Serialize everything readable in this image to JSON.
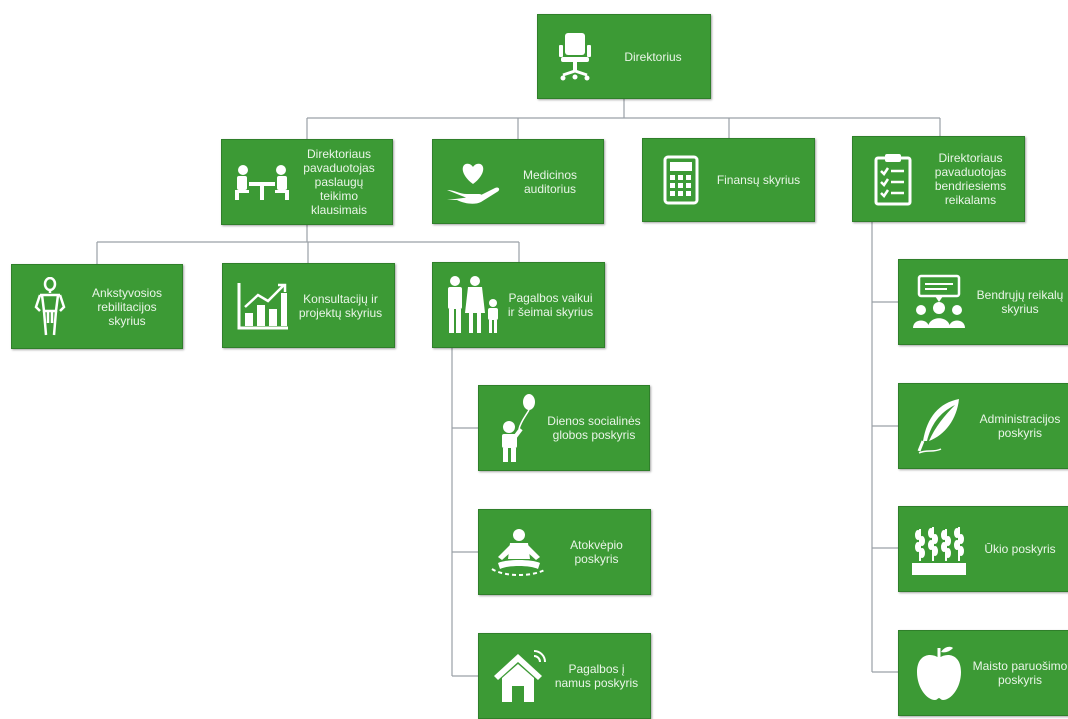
{
  "colors": {
    "box": "#3c9a35",
    "line": "#9aa0a6",
    "text": "#ffffff"
  },
  "nodes": {
    "director": {
      "label": "Direktorius",
      "icon": "office-chair-icon"
    },
    "deputy_services": {
      "label": "Direktoriaus pavaduotojas paslaugų teikimo klausimais",
      "icon": "meeting-icon"
    },
    "medical_auditor": {
      "label": "Medicinos auditorius",
      "icon": "heart-in-hand-icon"
    },
    "finance": {
      "label": "Finansų skyrius",
      "icon": "calculator-icon"
    },
    "deputy_general": {
      "label": "Direktoriaus pavaduotojas bendriesiems reikalams",
      "icon": "checklist-icon"
    },
    "early_rehab": {
      "label": "Ankstyvosios rebilitacijos skyrius",
      "icon": "mannequin-icon"
    },
    "consulting": {
      "label": "Konsultacijų ir projektų skyrius",
      "icon": "bar-chart-icon"
    },
    "family_support": {
      "label": "Pagalbos vaikui ir šeimai skyrius",
      "icon": "family-icon"
    },
    "day_care": {
      "label": "Dienos socialinės globos poskyris",
      "icon": "child-with-balloon-icon"
    },
    "respite": {
      "label": "Atokvėpio poskyris",
      "icon": "meditation-icon"
    },
    "home_help": {
      "label": "Pagalbos į namus poskyris",
      "icon": "house-icon"
    },
    "general_affairs": {
      "label": "Bendrųjų reikalų skyrius",
      "icon": "group-discussion-icon"
    },
    "administration": {
      "label": "Administracijos poskyris",
      "icon": "quill-icon"
    },
    "maintenance": {
      "label": "Ūkio poskyris",
      "icon": "wheat-field-icon"
    },
    "catering": {
      "label": "Maisto paruošimo poskyris",
      "icon": "apple-icon"
    }
  }
}
